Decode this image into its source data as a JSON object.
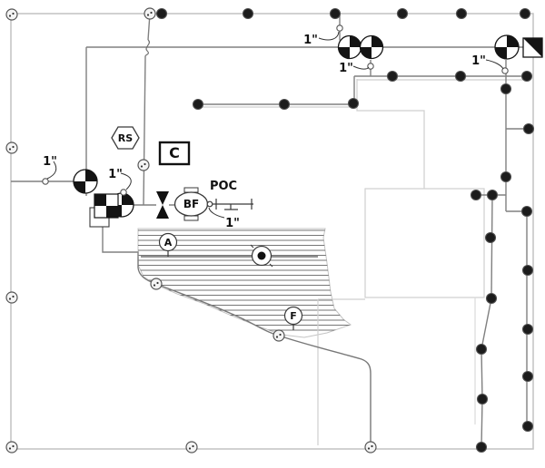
{
  "plan": {
    "equipment": {
      "controller_label": "C",
      "rain_sensor_label": "RS",
      "backflow_label": "BF",
      "poc_label": "POC"
    },
    "zones": {
      "a": "A",
      "f": "F"
    },
    "pipe_size_label": "1\"",
    "colors": {
      "background": "#ffffff",
      "boundary": "#c2c2c2",
      "hardscape": "#cfcfcf",
      "pipe": "#808080",
      "symbol_dark": "#161616",
      "hatch_line": "#4a4a4a",
      "text": "#111111"
    }
  }
}
